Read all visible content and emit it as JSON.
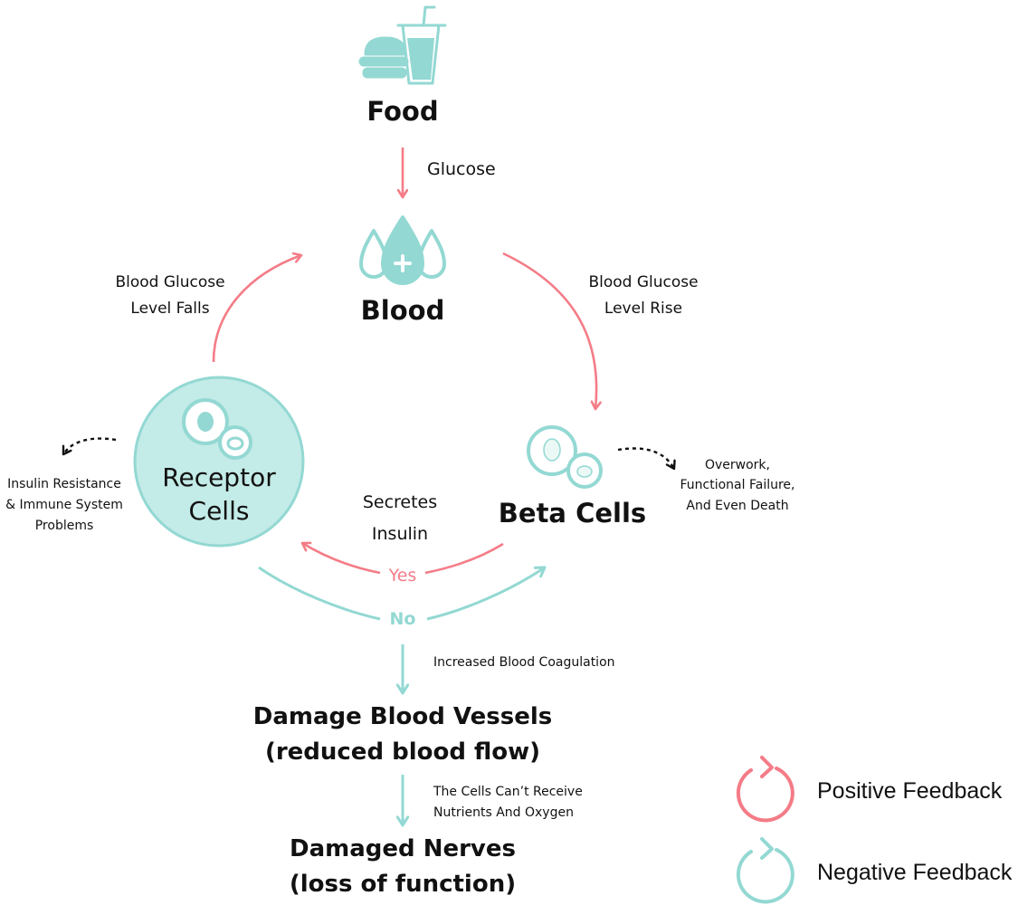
{
  "nodes": {
    "food": "Food",
    "blood": "Blood",
    "receptor_line1": "Receptor",
    "receptor_line2": "Cells",
    "beta": "Beta Cells",
    "damage_vessels_line1": "Damage Blood Vessels",
    "damage_vessels_line2": "(reduced blood flow)",
    "damaged_nerves_line1": "Damaged Nerves",
    "damaged_nerves_line2": "(loss of function)"
  },
  "edges": {
    "glucose": "Glucose",
    "level_falls_line1": "Blood Glucose",
    "level_falls_line2": "Level Falls",
    "level_rise_line1": "Blood Glucose",
    "level_rise_line2": "Level Rise",
    "secretes_line1": "Secretes",
    "secretes_line2": "Insulin",
    "yes": "Yes",
    "no": "No",
    "coagulation": "Increased Blood Coagulation",
    "nutrients_line1": "The Cells Can’t Receive",
    "nutrients_line2": "Nutrients And Oxygen"
  },
  "side_notes": {
    "insulin_resistance_line1": "Insulin Resistance",
    "insulin_resistance_line2": "& Immune System",
    "insulin_resistance_line3": "Problems",
    "overwork_line1": "Overwork,",
    "overwork_line2": "Functional Failure,",
    "overwork_line3": "And Even Death"
  },
  "legend": {
    "positive": "Positive Feedback",
    "negative": "Negative Feedback"
  },
  "icons": {
    "food": "burger-and-drink-icon",
    "blood": "blood-drops-plus-icon",
    "receptor": "receptor-cells-icon",
    "beta": "beta-cells-icon"
  },
  "colors": {
    "positive": "#f47c87",
    "negative": "#93d8d3",
    "receptor_fill": "#c3ebe7",
    "text": "#111111"
  }
}
